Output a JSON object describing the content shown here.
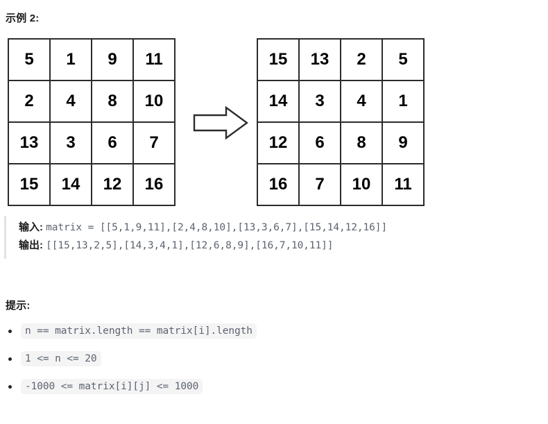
{
  "example": {
    "heading": "示例 2:",
    "arrow_icon": "right-arrow-icon",
    "input_matrix": [
      [
        5,
        1,
        9,
        11
      ],
      [
        2,
        4,
        8,
        10
      ],
      [
        13,
        3,
        6,
        7
      ],
      [
        15,
        14,
        12,
        16
      ]
    ],
    "output_matrix": [
      [
        15,
        13,
        2,
        5
      ],
      [
        14,
        3,
        4,
        1
      ],
      [
        12,
        6,
        8,
        9
      ],
      [
        16,
        7,
        10,
        11
      ]
    ],
    "io": {
      "input_label": "输入:",
      "input_code": "matrix = [[5,1,9,11],[2,4,8,10],[13,3,6,7],[15,14,12,16]]",
      "output_label": "输出:",
      "output_code": "[[15,13,2,5],[14,3,4,1],[12,6,8,9],[16,7,10,11]]"
    }
  },
  "hints": {
    "heading": "提示:",
    "items": [
      "n == matrix.length == matrix[i].length",
      "1 <= n <= 20",
      "-1000 <= matrix[i][j] <= 1000"
    ]
  },
  "colors": {
    "text": "#262626",
    "code_text": "#5c6370",
    "chip_bg": "#f4f4f5",
    "cell_border": "#2b2b2b",
    "quote_bar": "#e3e3e3",
    "background": "#ffffff"
  }
}
